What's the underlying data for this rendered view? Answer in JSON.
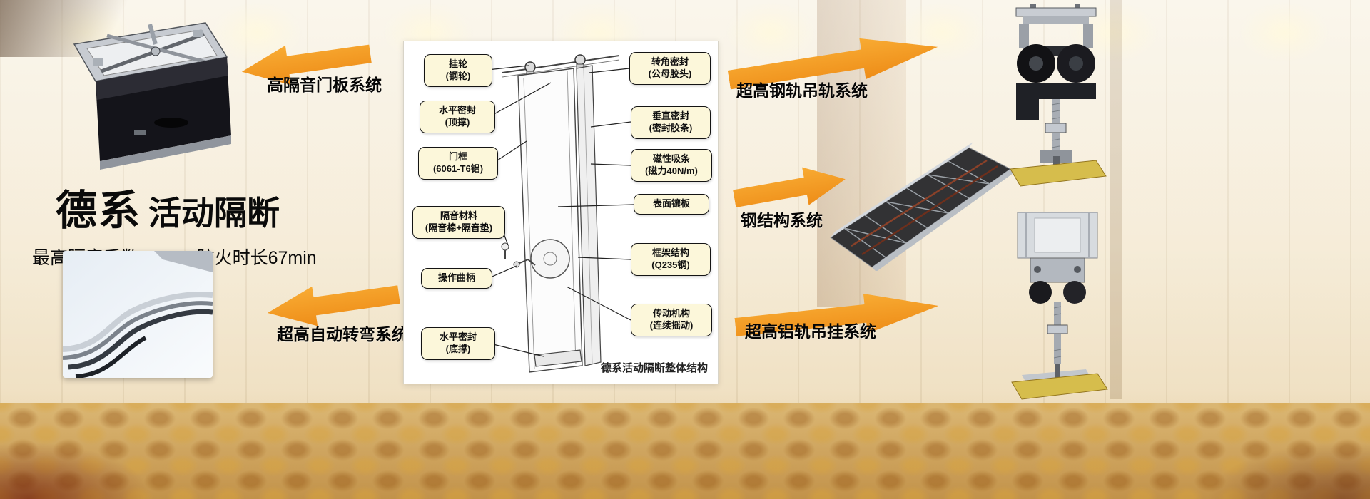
{
  "hero": {
    "brand": "德系",
    "product": "活动隔断",
    "subtitle": "最高隔音系数56db，防火时长67min"
  },
  "systems": {
    "door_panel": "高隔音门板系统",
    "auto_turn": "超高自动转弯系统",
    "steel_rail": "超高钢轨吊轨系统",
    "steel_structure": "钢结构系统",
    "alu_rail": "超高铝轨吊挂系统"
  },
  "diagram": {
    "caption": "德系活动隔断整体结构",
    "left": [
      {
        "l1": "挂轮",
        "l2": "(钢轮)"
      },
      {
        "l1": "水平密封",
        "l2": "(顶撑)"
      },
      {
        "l1": "门框",
        "l2": "(6061-T6铝)"
      },
      {
        "l1": "隔音材料",
        "l2": "(隔音棉+隔音垫)"
      },
      {
        "l1": "操作曲柄",
        "l2": ""
      },
      {
        "l1": "水平密封",
        "l2": "(底撑)"
      }
    ],
    "right": [
      {
        "l1": "转角密封",
        "l2": "(公母胶头)"
      },
      {
        "l1": "垂直密封",
        "l2": "(密封胶条)"
      },
      {
        "l1": "磁性吸条",
        "l2": "(磁力40N/m)"
      },
      {
        "l1": "表面镶板",
        "l2": ""
      },
      {
        "l1": "框架结构",
        "l2": "(Q235钢)"
      },
      {
        "l1": "传动机构",
        "l2": "(连续摇动)"
      }
    ]
  },
  "colors": {
    "arrow_orange": "#F49D1F",
    "callout_bg": "#FCF7DA",
    "carpet_gold": "#D9B36C"
  }
}
